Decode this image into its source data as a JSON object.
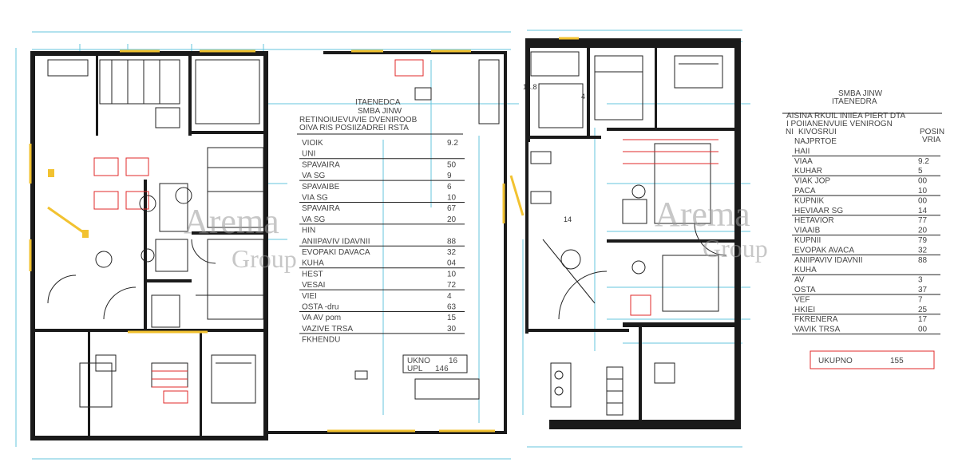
{
  "plans": {
    "left": {
      "table_heading": "ITAENEDCA",
      "table_subheading": "SMBA JINW",
      "table_title_1": "RETINOIUEVUVIE DVENIROOB",
      "table_title_2": "OIVA RIS POSIIZADREI RSTA",
      "rows": [
        {
          "label": "VIOIK",
          "value": "9.2"
        },
        {
          "label": "UNI",
          "value": ""
        },
        {
          "label": "SPAVAIRA",
          "value": "50"
        },
        {
          "label": "VA SG",
          "value": "9"
        },
        {
          "label": "SPAVAIBE",
          "value": "6"
        },
        {
          "label": "VIA SG",
          "value": "10"
        },
        {
          "label": "SPAVAIRA",
          "value": "67"
        },
        {
          "label": "VA SG",
          "value": "20"
        },
        {
          "label": "HIN",
          "value": ""
        },
        {
          "label": "ANIIPAVIV IDAVNII",
          "value": "88"
        },
        {
          "label": "EVOPAKI DAVACA",
          "value": "32"
        },
        {
          "label": "KUHA",
          "value": "04"
        },
        {
          "label": "HEST",
          "value": "10"
        },
        {
          "label": "VESAI",
          "value": "72"
        },
        {
          "label": "VIEI",
          "value": "4"
        },
        {
          "label": "OSTA -dru",
          "value": "63"
        },
        {
          "label": "VA AV pom",
          "value": "15"
        },
        {
          "label": "VAZIVE TRSA",
          "value": "30"
        },
        {
          "label": "FKHENDU",
          "value": ""
        }
      ],
      "totals": [
        {
          "label": "UKNO",
          "value": "16"
        },
        {
          "label": "UPL",
          "value": "146"
        }
      ]
    },
    "right": {
      "table_heading": "SMBA JINW",
      "table_subheading": "ITAENEDRA",
      "table_title_1": "AISINA RKUIL INIIEA PIERT DTA",
      "table_title_2": "I POIIANENVUIE VENIROGN",
      "col_1": "NI",
      "col_2": "KIVOSRUI",
      "col_3": "POSIN",
      "col_4": "VRIA",
      "rows": [
        {
          "label": "NAJPRTOE",
          "value": ""
        },
        {
          "label": "HAII",
          "value": ""
        },
        {
          "label": "VIAA",
          "value": "9.2"
        },
        {
          "label": "KUHAR",
          "value": "5"
        },
        {
          "label": "VIAK JOP",
          "value": "00"
        },
        {
          "label": "PACA",
          "value": "10"
        },
        {
          "label": "KUPNIK",
          "value": "00"
        },
        {
          "label": "HEVIAAR SG",
          "value": "14"
        },
        {
          "label": "HETAVIOR",
          "value": "77"
        },
        {
          "label": "VIAAIB",
          "value": "20"
        },
        {
          "label": "KUPNII",
          "value": "79"
        },
        {
          "label": "EVOPAK AVACA",
          "value": "32"
        },
        {
          "label": "ANIIPAVIV IDAVNII",
          "value": "88"
        },
        {
          "label": "KUHA",
          "value": ""
        },
        {
          "label": "AV",
          "value": "3"
        },
        {
          "label": "OSTA",
          "value": "37"
        },
        {
          "label": "VEF",
          "value": "7"
        },
        {
          "label": "HKIEI",
          "value": "25"
        },
        {
          "label": "FKRENERA",
          "value": "17"
        },
        {
          "label": "VAVIK TRSA",
          "value": "00"
        }
      ],
      "totals_label": "UKUPNO",
      "totals_value": "155"
    }
  },
  "room_labels": {
    "l1": "14.8",
    "l2": "14",
    "l3": "4"
  },
  "watermark": {
    "text_1": "Arema",
    "text_2": "Group"
  },
  "colors": {
    "walls": "#1a1a1a",
    "windows": "#f2c230",
    "dimensions": "#66c6dc",
    "accents": "#e02828"
  }
}
